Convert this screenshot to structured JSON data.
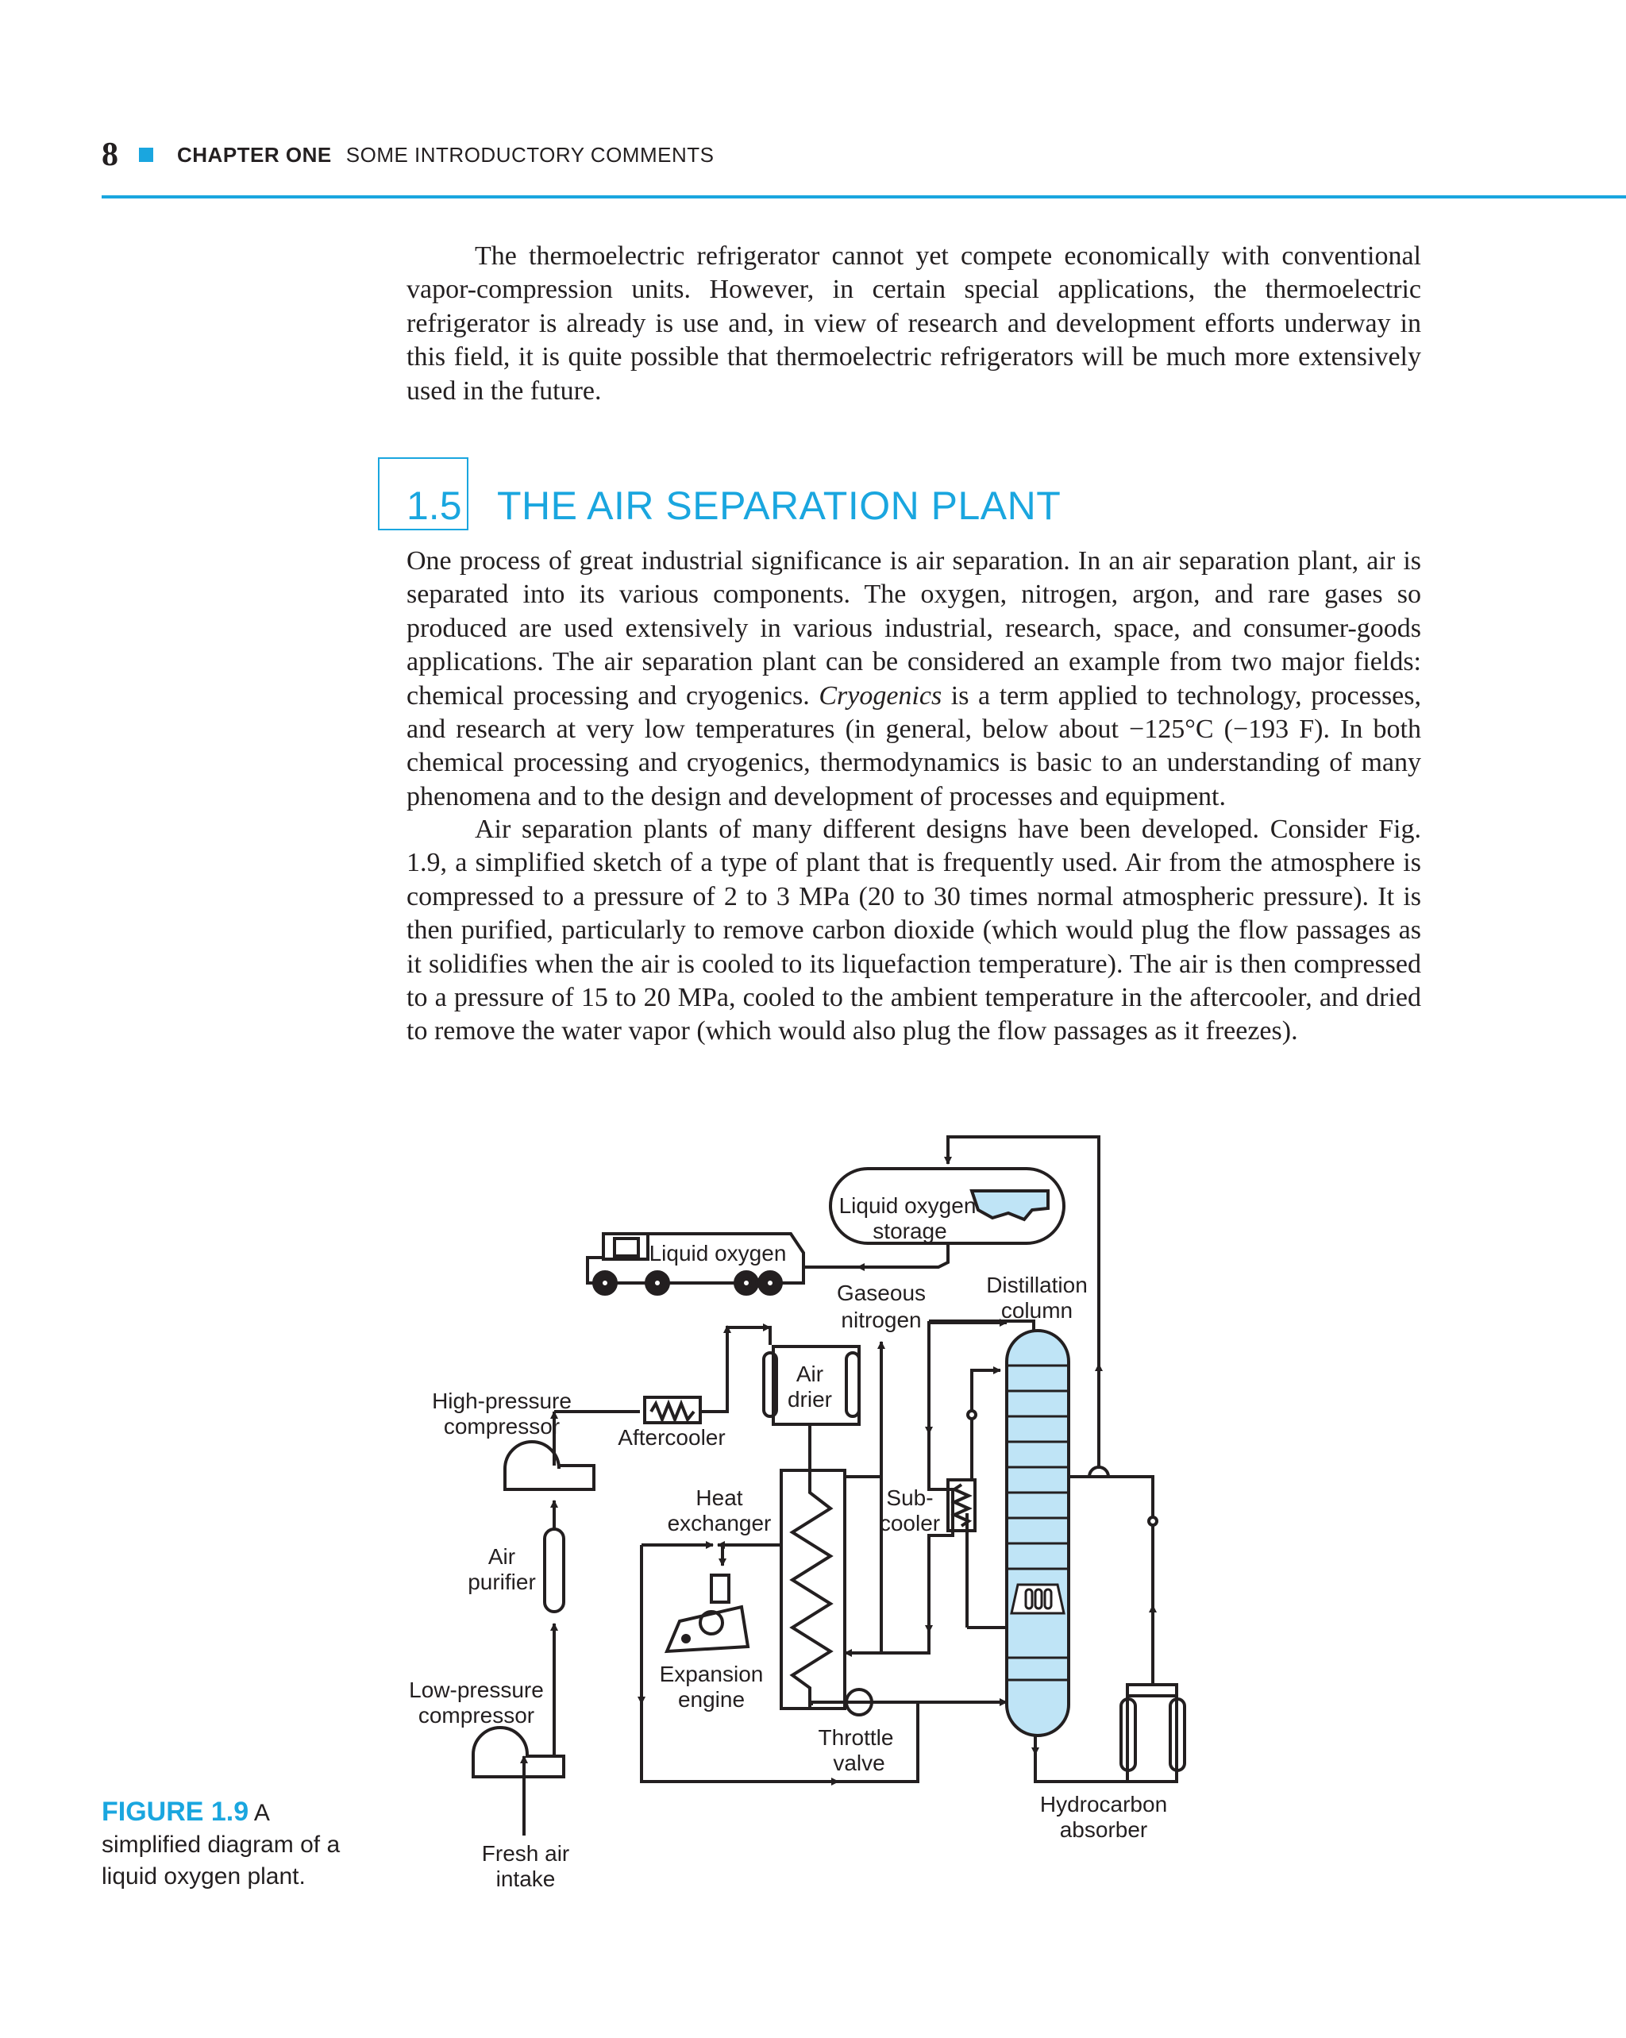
{
  "header": {
    "page_number": "8",
    "chapter": "CHAPTER ONE",
    "chapter_title": "SOME INTRODUCTORY COMMENTS"
  },
  "body": {
    "para1": "The thermoelectric refrigerator cannot yet compete economically with conventional vapor-compression units. However, in certain special applications, the thermoelectric refrigerator is already is use and, in view of research and development efforts underway in this field, it is quite possible that thermoelectric refrigerators will be much more extensively used in the future.",
    "para2_a": "One process of great industrial significance is air separation. In an air separation plant, air is separated into its various components. The oxygen, nitrogen, argon, and rare gases so produced are used extensively in various industrial, research, space, and consumer-goods applications. The air separation plant can be considered an example from two major fields: chemical processing and cryogenics. ",
    "para2_em": "Cryogenics",
    "para2_b": " is a term applied to technology, processes, and research at very low temperatures (in general, below about −125°C (−193 F). In both chemical processing and cryogenics, thermodynamics is basic to an understanding of many phenomena and to the design and development of processes and equipment.",
    "para3": "Air separation plants of many different designs have been developed. Consider Fig. 1.9, a simplified sketch of a type of plant that is frequently used. Air from the atmosphere is compressed to a pressure of 2 to 3 MPa (20 to 30 times normal atmospheric pressure). It is then purified, particularly to remove carbon dioxide (which would plug the flow passages as it solidifies when the air is cooled to its liquefaction temperature). The air is then compressed to a pressure of 15 to 20 MPa, cooled to the ambient temperature in the aftercooler, and dried to remove the water vapor (which would also plug the flow passages as it freezes)."
  },
  "section": {
    "number": "1.5",
    "title": "THE AIR SEPARATION PLANT"
  },
  "figure": {
    "label": "FIGURE 1.9",
    "caption_text": "A simplified diagram of a liquid oxygen plant.",
    "components": {
      "liquid_oxygen_storage_1": "Liquid oxygen",
      "liquid_oxygen_storage_2": "storage",
      "liquid_oxygen_truck": "Liquid oxygen",
      "gaseous_nitrogen_1": "Gaseous",
      "gaseous_nitrogen_2": "nitrogen",
      "distillation_column_1": "Distillation",
      "distillation_column_2": "column",
      "air_drier_1": "Air",
      "air_drier_2": "drier",
      "high_pressure_compressor_1": "High-pressure",
      "high_pressure_compressor_2": "compressor",
      "aftercooler": "Aftercooler",
      "heat_exchanger_1": "Heat",
      "heat_exchanger_2": "exchanger",
      "subcooler_1": "Sub-",
      "subcooler_2": "cooler",
      "air_purifier_1": "Air",
      "air_purifier_2": "purifier",
      "expansion_engine_1": "Expansion",
      "expansion_engine_2": "engine",
      "low_pressure_compressor_1": "Low-pressure",
      "low_pressure_compressor_2": "compressor",
      "throttle_valve_1": "Throttle",
      "throttle_valve_2": "valve",
      "hydrocarbon_absorber_1": "Hydrocarbon",
      "hydrocarbon_absorber_2": "absorber",
      "fresh_air_intake_1": "Fresh air",
      "fresh_air_intake_2": "intake"
    },
    "colors": {
      "liquid_fill": "#bfe4f6",
      "accent": "#1aa6df",
      "line": "#231f20"
    }
  }
}
